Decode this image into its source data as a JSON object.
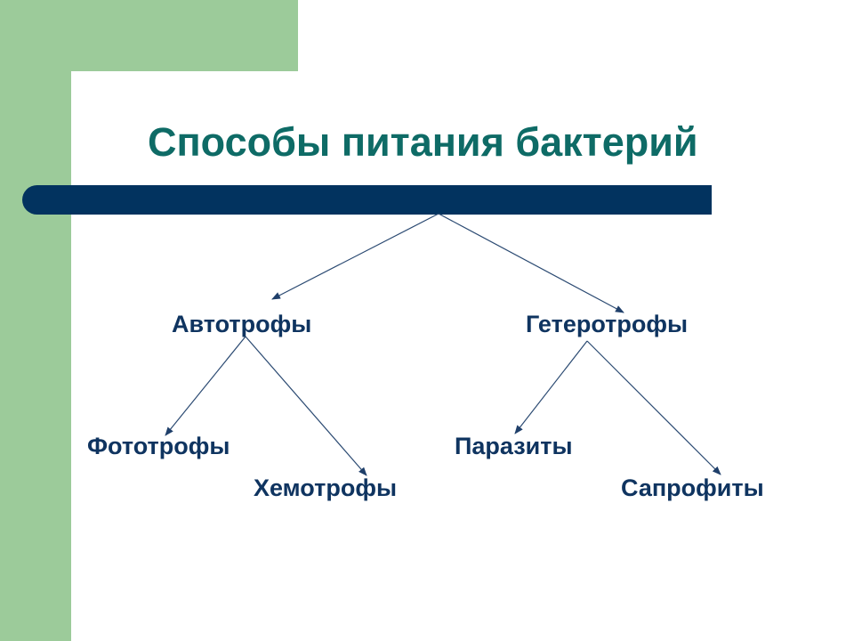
{
  "slide": {
    "title": "Способы питания бактерий",
    "colors": {
      "accent_green": "#9ccb9a",
      "title_color": "#0e6b66",
      "bar_color": "#02335f",
      "node_color": "#0f3460",
      "arrow_color": "#2b4a72"
    }
  },
  "diagram": {
    "root": "Способы питания бактерий",
    "level1": [
      {
        "label": "Автотрофы",
        "children": [
          "Фототрофы",
          "Хемотрофы"
        ]
      },
      {
        "label": "Гетеротрофы",
        "children": [
          "Паразиты",
          "Сапрофиты"
        ]
      }
    ]
  }
}
